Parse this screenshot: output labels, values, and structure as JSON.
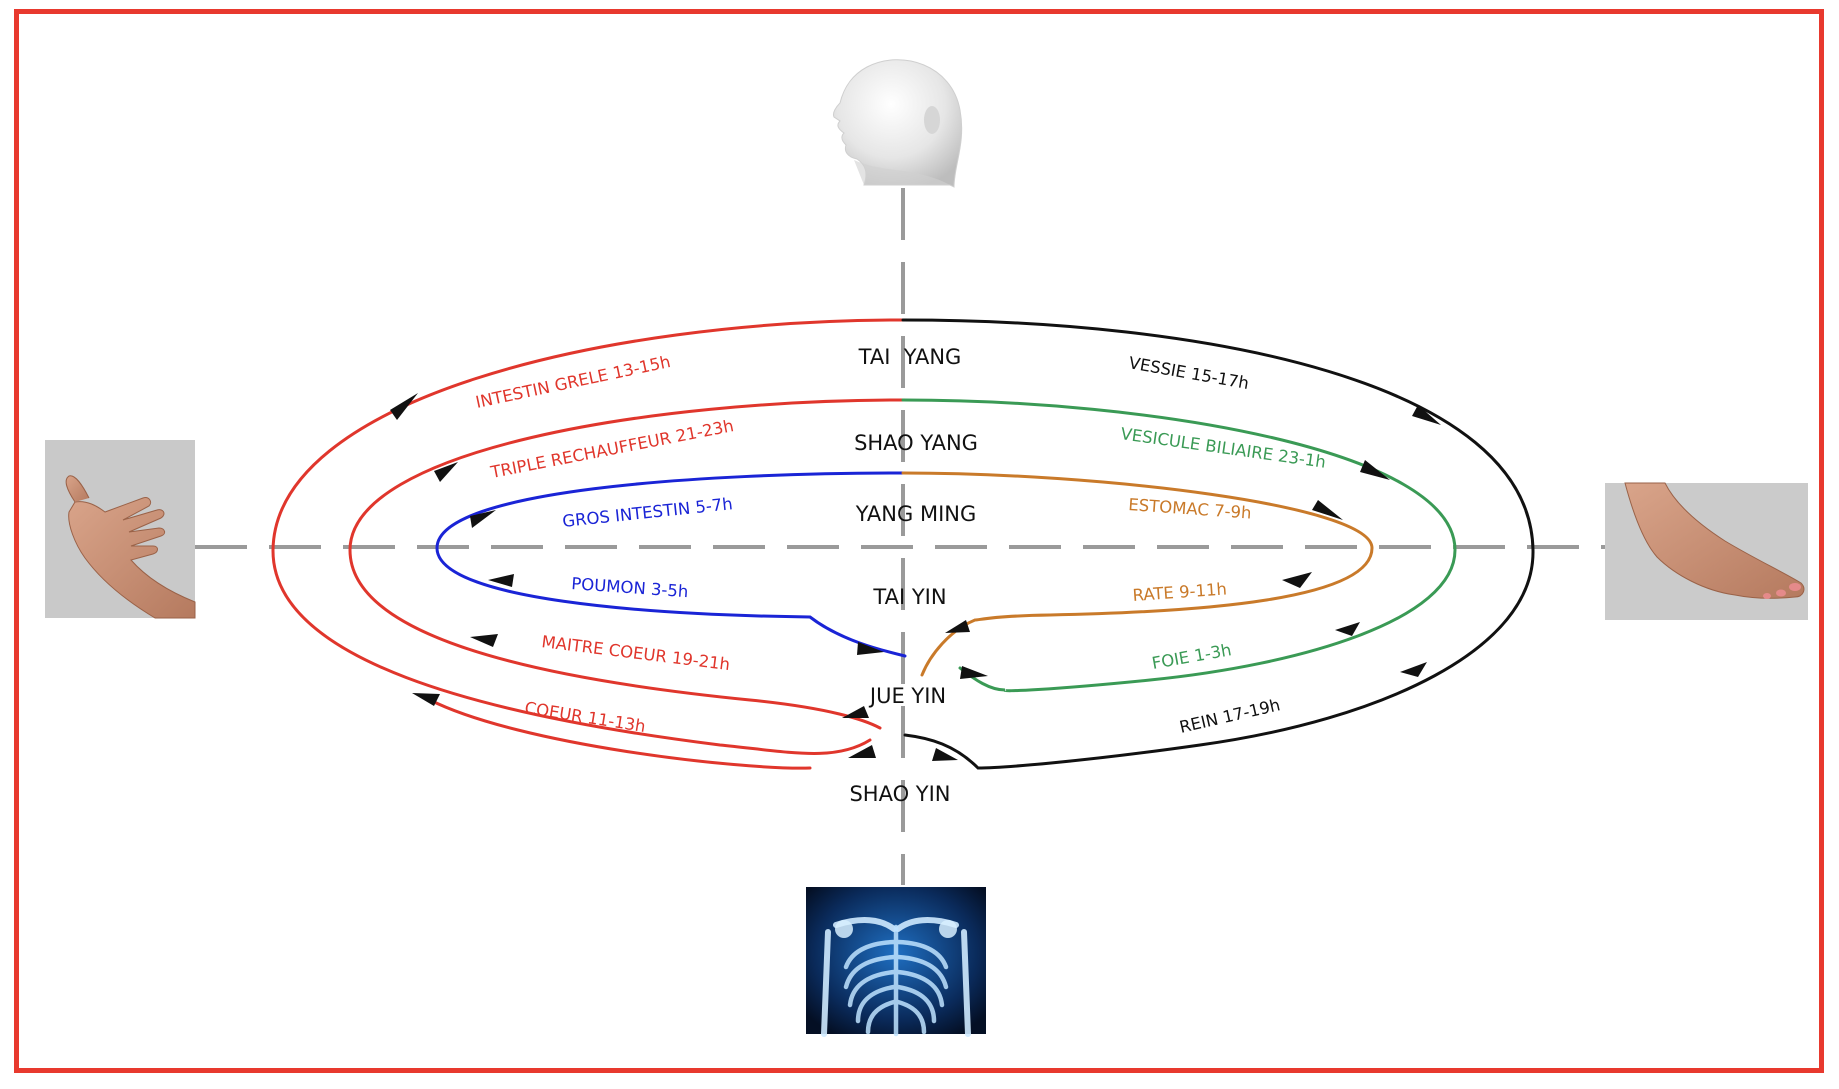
{
  "diagram": {
    "colors": {
      "frame": "#e8392e",
      "red": "#e0362c",
      "black": "#111111",
      "green": "#3a9a55",
      "blue": "#1a24d6",
      "orange": "#c97a2a",
      "axis": "#9a9a9a"
    },
    "levels": [
      {
        "id": "tai-yang",
        "label": "TAI  YANG"
      },
      {
        "id": "shao-yang",
        "label": "SHAO YANG"
      },
      {
        "id": "yang-ming",
        "label": "YANG MING"
      },
      {
        "id": "tai-yin",
        "label": "TAI YIN"
      },
      {
        "id": "jue-yin",
        "label": "JUE YIN"
      },
      {
        "id": "shao-yin",
        "label": "SHAO YIN"
      }
    ],
    "meridians": [
      {
        "id": "intestin-grele",
        "label": "INTESTIN GRELE 13-15h",
        "color": "red"
      },
      {
        "id": "vessie",
        "label": "VESSIE 15-17h",
        "color": "black"
      },
      {
        "id": "triple-rechauffeur",
        "label": "TRIPLE RECHAUFFEUR 21-23h",
        "color": "red"
      },
      {
        "id": "vesicule-biliaire",
        "label": "VESICULE BILIAIRE 23-1h",
        "color": "green"
      },
      {
        "id": "gros-intestin",
        "label": "GROS INTESTIN 5-7h",
        "color": "blue"
      },
      {
        "id": "estomac",
        "label": "ESTOMAC 7-9h",
        "color": "orange"
      },
      {
        "id": "poumon",
        "label": "POUMON 3-5h",
        "color": "blue"
      },
      {
        "id": "rate",
        "label": "RATE 9-11h",
        "color": "orange"
      },
      {
        "id": "maitre-coeur",
        "label": "MAITRE COEUR 19-21h",
        "color": "red"
      },
      {
        "id": "foie",
        "label": "FOIE 1-3h",
        "color": "green"
      },
      {
        "id": "coeur",
        "label": "COEUR 11-13h",
        "color": "red"
      },
      {
        "id": "rein",
        "label": "REIN 17-19h",
        "color": "black"
      }
    ],
    "icons": [
      "head-icon",
      "hand-icon",
      "foot-icon",
      "chest-xray-icon"
    ]
  }
}
